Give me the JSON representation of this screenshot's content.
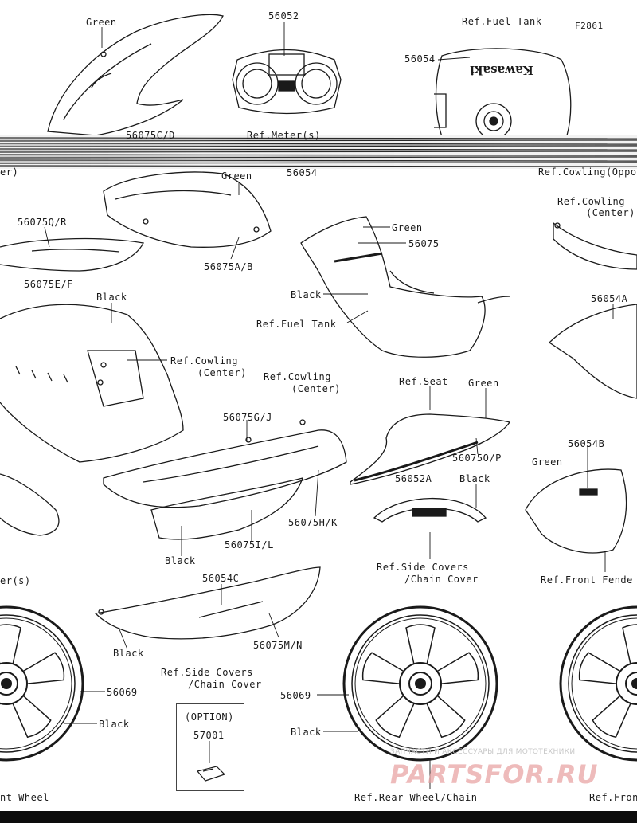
{
  "figure_code": "F2861",
  "labels": {
    "green_top": "Green",
    "p56052": "56052",
    "ref_fuel_tank_top": "Ref.Fuel Tank",
    "p56054_top": "56054",
    "p56075c_d": "56075C/D",
    "ref_meters_top": "Ref.Meter(s)",
    "er_left": "er)",
    "p56054_mid": "56054",
    "ref_cowling_opp": "Ref.Cowling(Oppo",
    "green_mid": "Green",
    "p56075q_r": "56075Q/R",
    "p56075a_b": "56075A/B",
    "ref_cowling_center_right_1": "Ref.Cowling",
    "ref_cowling_center_right_2": "(Center)",
    "green_tank": "Green",
    "p56075": "56075",
    "black_tank": "Black",
    "ref_fuel_tank_mid": "Ref.Fuel Tank",
    "p56075e_f": "56075E/F",
    "black_left": "Black",
    "ref_cowling_center_left_1": "Ref.Cowling",
    "ref_cowling_center_left_2": "(Center)",
    "p56054a": "56054A",
    "ref_cowling_center_mid_1": "Ref.Cowling",
    "ref_cowling_center_mid_2": "(Center)",
    "ref_seat": "Ref.Seat",
    "green_seat": "Green",
    "p56075g_j": "56075G/J",
    "p56075o_p": "56075O/P",
    "p56054b": "56054B",
    "green_fender": "Green",
    "p56052a": "56052A",
    "black_cover": "Black",
    "p56075h_k": "56075H/K",
    "p56075i_l": "56075I/L",
    "black_lower": "Black",
    "ref_side_covers_1": "Ref.Side Covers",
    "ref_side_covers_2": "/Chain Cover",
    "ref_front_fender": "Ref.Front Fende",
    "ers_left": "er(s)",
    "p56054c": "56054C",
    "p56075m_n": "56075M/N",
    "black_side": "Black",
    "ref_side_covers_b1": "Ref.Side Covers",
    "ref_side_covers_b2": "/Chain Cover",
    "p56069_left": "56069",
    "black_wheel_left": "Black",
    "option": "(OPTION)",
    "p57001": "57001",
    "p56069_mid": "56069",
    "black_wheel_mid": "Black",
    "ref_front_wheel_left": "nt Wheel",
    "ref_rear_wheel": "Ref.Rear Wheel/Chain",
    "ref_front_right": "Ref.Fron"
  },
  "decal_text": {
    "kawasaki": "Kawasaki"
  },
  "watermark": {
    "line": "ЗАПЧАСТИ И АКСЕССУАРЫ ДЛЯ МОТОТЕХНИКИ",
    "logo": "PARTSFOR.RU"
  },
  "colors": {
    "line": "#1a1a1a",
    "watermark_logo": "#e8a4a4",
    "watermark_text": "#c8c8c8",
    "band": "#2a2a2a"
  }
}
